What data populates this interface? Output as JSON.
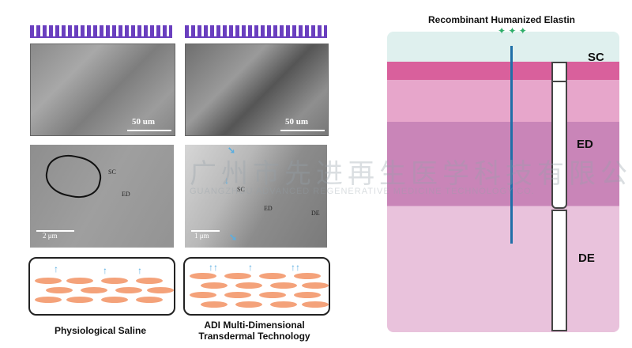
{
  "left": {
    "sem_scale_1": "50 um",
    "sem_scale_2": "50 um",
    "tem1": {
      "sc": "SC",
      "ed": "ED",
      "scale": "2 μm"
    },
    "tem2": {
      "sc": "SC",
      "ed": "ED",
      "de": "DE",
      "scale": "1 μm"
    },
    "caption_1": "Physiological Saline",
    "caption_2_line1": "ADI Multi-Dimensional",
    "caption_2_line2": "Transdermal Technology"
  },
  "right": {
    "title": "Recombinant Humanized Elastin",
    "sc": "SC",
    "ed": "ED",
    "de": "DE"
  },
  "watermark": {
    "cn": "广州市先进再生医学科技有限公司",
    "en": "GUANGZHOU ADVANCED REGENERATIVE MEDICINE TECHNOLOGY CO."
  },
  "colors": {
    "arrow": "#5aaee0",
    "cells": "#f4a27a",
    "elastin_line": "#1f6fa8"
  }
}
